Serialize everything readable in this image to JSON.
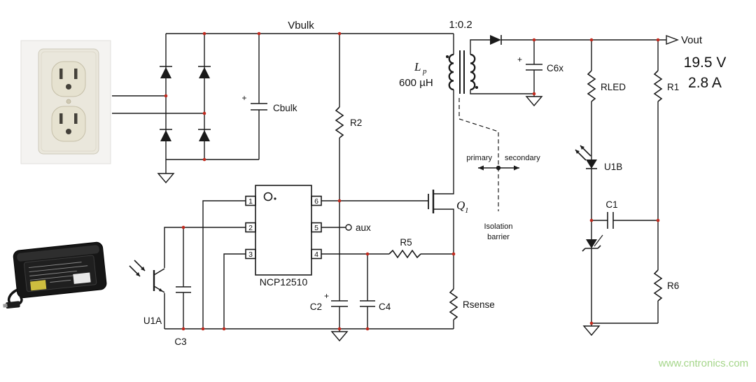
{
  "nets": {
    "vbulk": "Vbulk",
    "vout": "Vout",
    "aux": "aux"
  },
  "output": {
    "voltage": "19.5 V",
    "current": "2.8 A"
  },
  "transformer": {
    "ratio": "1:0.2",
    "lp_symbol": "L",
    "lp_subscript": "p",
    "lp_value": "600 µH"
  },
  "components": {
    "cbulk": "Cbulk",
    "r2": "R2",
    "c6x": "C6x",
    "rled": "RLED",
    "r1": "R1",
    "u1b": "U1B",
    "c1": "C1",
    "r6": "R6",
    "r5": "R5",
    "rsense": "Rsense",
    "c2": "C2",
    "c4": "C4",
    "c3": "C3",
    "u1a": "U1A",
    "q1_symbol": "Q",
    "q1_subscript": "1",
    "ic_name": "NCP12510"
  },
  "ic_pins": {
    "p1": "1",
    "p2": "2",
    "p3": "3",
    "p4": "4",
    "p5": "5",
    "p6": "6"
  },
  "isolation": {
    "primary": "primary",
    "secondary": "secondary",
    "line1": "Isolation",
    "line2": "barrier"
  },
  "symbols": {
    "plus": "+"
  },
  "watermark": {
    "text": "www.cntronics.com"
  }
}
